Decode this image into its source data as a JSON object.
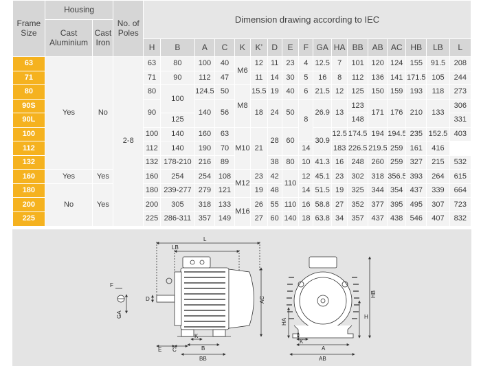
{
  "headers": {
    "frame_size": "Frame\nSize",
    "housing": "Housing",
    "cast_aluminium": "Cast\nAluminium",
    "cast_iron": "Cast\nIron",
    "no_of_poles": "No. of\nPoles",
    "dimension_title": "Dimension drawing according to IEC",
    "dims": [
      "H",
      "B",
      "A",
      "C",
      "K",
      "K’",
      "D",
      "E",
      "F",
      "GA",
      "HA",
      "BB",
      "AB",
      "AC",
      "HB",
      "LB",
      "L"
    ]
  },
  "frames": [
    "63",
    "71",
    "80",
    "90S",
    "90L",
    "100",
    "112",
    "132",
    "160",
    "180",
    "200",
    "225"
  ],
  "housing": {
    "group1": {
      "aluminium": "Yes",
      "iron": "No"
    },
    "group2": {
      "aluminium": "Yes",
      "iron": "Yes"
    },
    "group3": {
      "aluminium": "No",
      "iron": "Yes"
    }
  },
  "poles": "2-8",
  "cells": {
    "H": [
      "63",
      "71",
      "80",
      "90",
      "100",
      "112",
      "132",
      "160",
      "180",
      "200",
      "225"
    ],
    "B": [
      "80",
      "90",
      "100",
      "125",
      "140",
      "140",
      "178-210",
      "254",
      "239-277",
      "305",
      "286-311"
    ],
    "A": [
      "100",
      "112",
      "124.5",
      "140",
      "160",
      "190",
      "216",
      "254",
      "279",
      "318",
      "357"
    ],
    "C": [
      "40",
      "47",
      "50",
      "56",
      "63",
      "70",
      "89",
      "108",
      "121",
      "133",
      "149"
    ],
    "K": [
      "M6",
      "M8",
      "M10",
      "M12",
      "M16"
    ],
    "Kp": [
      "12",
      "11",
      "15.5",
      "18",
      "21",
      "23",
      "19",
      "26",
      "27"
    ],
    "D": [
      "11",
      "14",
      "19",
      "24",
      "28",
      "38",
      "42",
      "48",
      "55",
      "60"
    ],
    "E": [
      "23",
      "30",
      "40",
      "50",
      "60",
      "80",
      "110",
      "140"
    ],
    "F": [
      "4",
      "5",
      "6",
      "8",
      "10",
      "12",
      "14",
      "16",
      "18"
    ],
    "GA": [
      "12.5",
      "16",
      "21.5",
      "26.9",
      "30.9",
      "41.3",
      "45.1",
      "51.5",
      "58.8",
      "63.8"
    ],
    "HA": [
      "7",
      "8",
      "12",
      "13",
      "12.5",
      "14",
      "16",
      "23",
      "19",
      "27",
      "34"
    ],
    "BB": [
      "101",
      "112",
      "125",
      "123",
      "148",
      "174.5",
      "183",
      "248",
      "302",
      "325",
      "352",
      "357"
    ],
    "AB": [
      "120",
      "136",
      "150",
      "171",
      "194",
      "226.5",
      "260",
      "318",
      "344",
      "377",
      "437"
    ],
    "AC": [
      "124",
      "141",
      "159",
      "176",
      "194.5",
      "219.5",
      "259",
      "356.5",
      "354",
      "395",
      "438"
    ],
    "HB": [
      "155",
      "171.5",
      "193",
      "210",
      "235",
      "259",
      "327",
      "393",
      "437",
      "495",
      "546"
    ],
    "LB": [
      "91.5",
      "105",
      "118",
      "133",
      "152.5",
      "161",
      "215",
      "264",
      "339",
      "307",
      "407"
    ],
    "L": [
      "208",
      "244",
      "273",
      "306",
      "331",
      "403",
      "416",
      "532",
      "615",
      "664",
      "723",
      "832"
    ]
  },
  "drawing_labels": {
    "L": "L",
    "LB": "LB",
    "F": "F",
    "D": "D",
    "GA": "GA",
    "AC": "AC",
    "E": "E",
    "C": "C",
    "B": "B",
    "K": "K",
    "BB": "BB",
    "HA": "HA",
    "H": "H",
    "HB": "HB",
    "Kp": "K’",
    "A": "A",
    "AB": "AB"
  }
}
